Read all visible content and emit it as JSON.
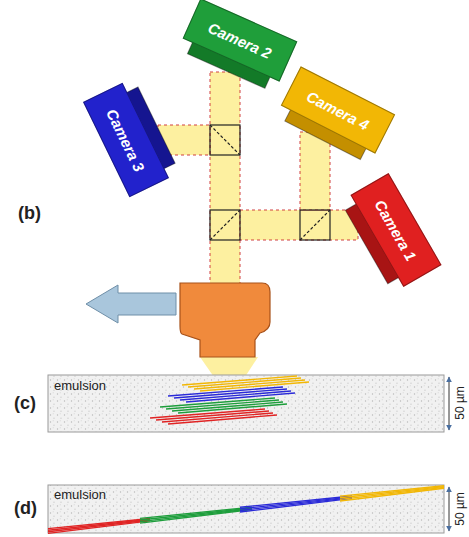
{
  "diagram": {
    "nodes": [
      {
        "text": [
          "Camera 2"
        ]
      },
      {
        "text": [
          "Camera 4"
        ]
      },
      {
        "text": [
          "Camera 3"
        ]
      },
      {
        "text": [
          "Camera 1"
        ]
      }
    ],
    "labels": [
      "(b)",
      "(c)",
      "emulsion",
      "50 µm",
      "(d)",
      "emulsion",
      "50 µm"
    ]
  }
}
